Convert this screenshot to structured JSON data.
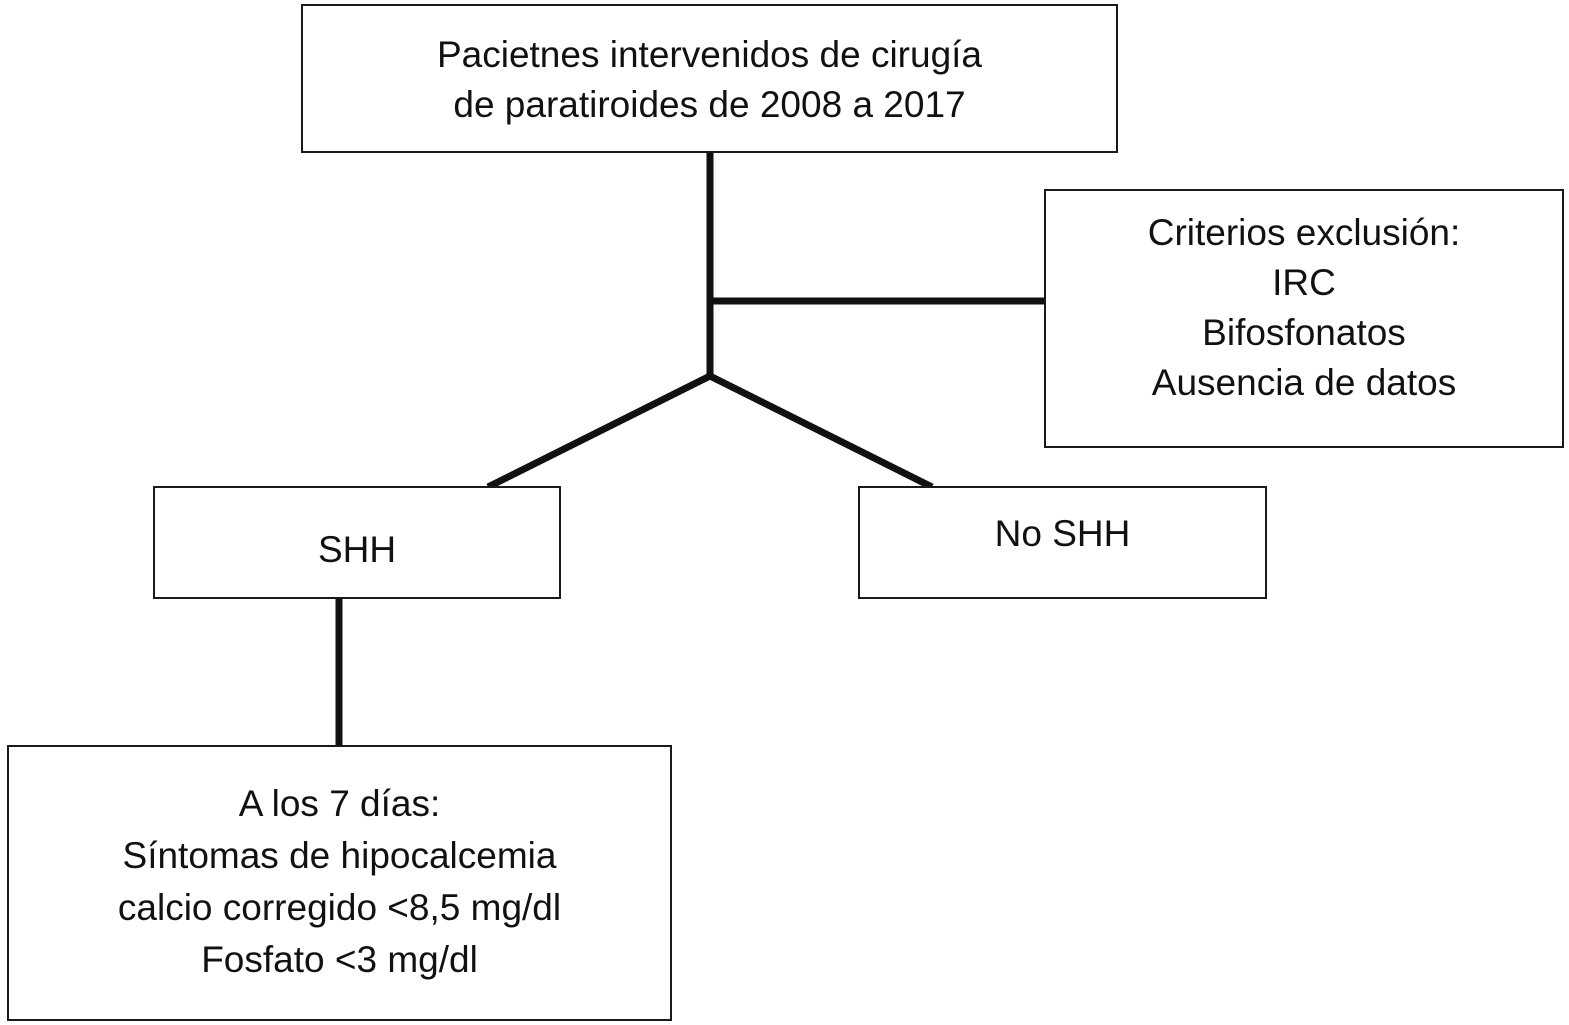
{
  "diagram": {
    "top_box": {
      "lines": [
        "Pacietnes intervenidos de cirugía",
        "de paratiroides de 2008 a 2017"
      ]
    },
    "exclusion_box": {
      "lines": [
        "Criterios exclusión:",
        "IRC",
        "Bifosfonatos",
        "Ausencia de datos"
      ]
    },
    "shh_box": {
      "label": "SHH"
    },
    "no_shh_box": {
      "label": "No SHH"
    },
    "followup_box": {
      "lines": [
        "A los 7 días:",
        "Síntomas de hipocalcemia",
        "calcio corregido <8,5 mg/dl",
        "Fosfato <3 mg/dl"
      ]
    },
    "colors": {
      "line": "#111111",
      "border": "#1a1a1a",
      "background": "#ffffff"
    }
  }
}
